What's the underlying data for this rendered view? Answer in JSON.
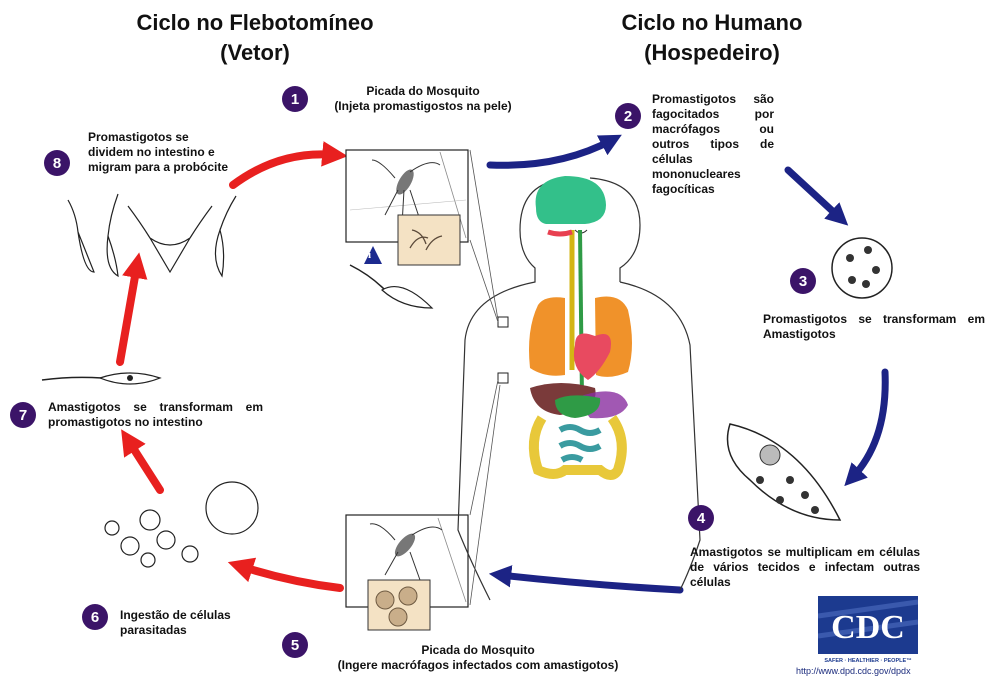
{
  "titles": {
    "vector_line1": "Ciclo no Flebotomíneo",
    "vector_line2": "(Vetor)",
    "human_line1": "Ciclo no Humano",
    "human_line2": "(Hospedeiro)"
  },
  "steps": [
    {
      "number": "1",
      "line1": "Picada do Mosquito",
      "line2": "(Injeta promastigostos na pele)"
    },
    {
      "number": "2",
      "text": "Promastigotos são fagocitados por macrófagos ou outros tipos de células mononucleares fagocíticas"
    },
    {
      "number": "3",
      "text": "Promastigotos se transformam em Amastigotos"
    },
    {
      "number": "4",
      "text": "Amastigotos se multiplicam em células de vários tecidos e infectam outras células"
    },
    {
      "number": "5",
      "line1": "Picada do Mosquito",
      "line2": "(Ingere macrófagos infectados com amastigotos)"
    },
    {
      "number": "6",
      "text": "Ingestão de células parasitadas"
    },
    {
      "number": "7",
      "text": "Amastigotos se transformam em promastigotos no intestino"
    },
    {
      "number": "8",
      "text": "Promastigotos se dividem no intestino e migram para a probócite"
    }
  ],
  "infective_stage": "i",
  "logo": {
    "text": "CDC",
    "tagline": "SAFER · HEALTHIER · PEOPLE™",
    "url": "http://www.dpd.cdc.gov/dpdx"
  },
  "colors": {
    "badge": "#3b1468",
    "vector_arrow": "#e8201f",
    "human_arrow": "#1c2385",
    "cdc_blue": "#1c3a8f"
  }
}
